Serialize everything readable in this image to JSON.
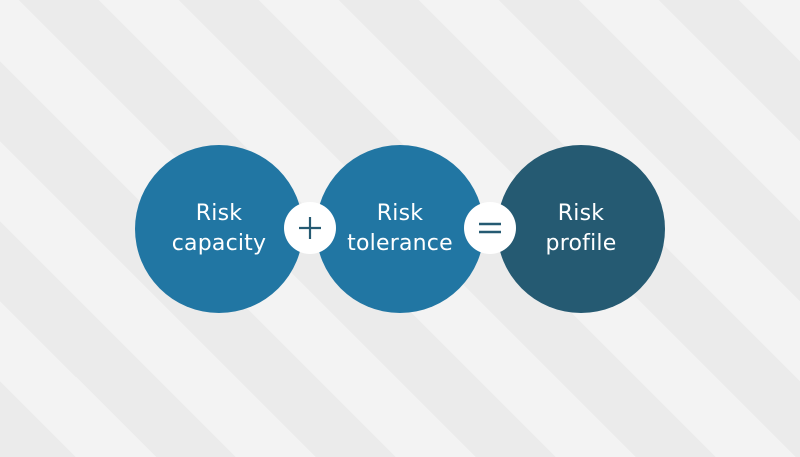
{
  "diagram": {
    "items": [
      {
        "line1": "Risk",
        "line2": "capacity",
        "color": "#2176a3"
      },
      {
        "line1": "Risk",
        "line2": "tolerance",
        "color": "#2176a3"
      },
      {
        "line1": "Risk",
        "line2": "profile",
        "color": "#255a72"
      }
    ],
    "operators": [
      {
        "symbol": "plus-icon"
      },
      {
        "symbol": "equals-icon"
      }
    ],
    "background": {
      "light": "#f3f3f3",
      "dark": "#ebebeb"
    }
  }
}
